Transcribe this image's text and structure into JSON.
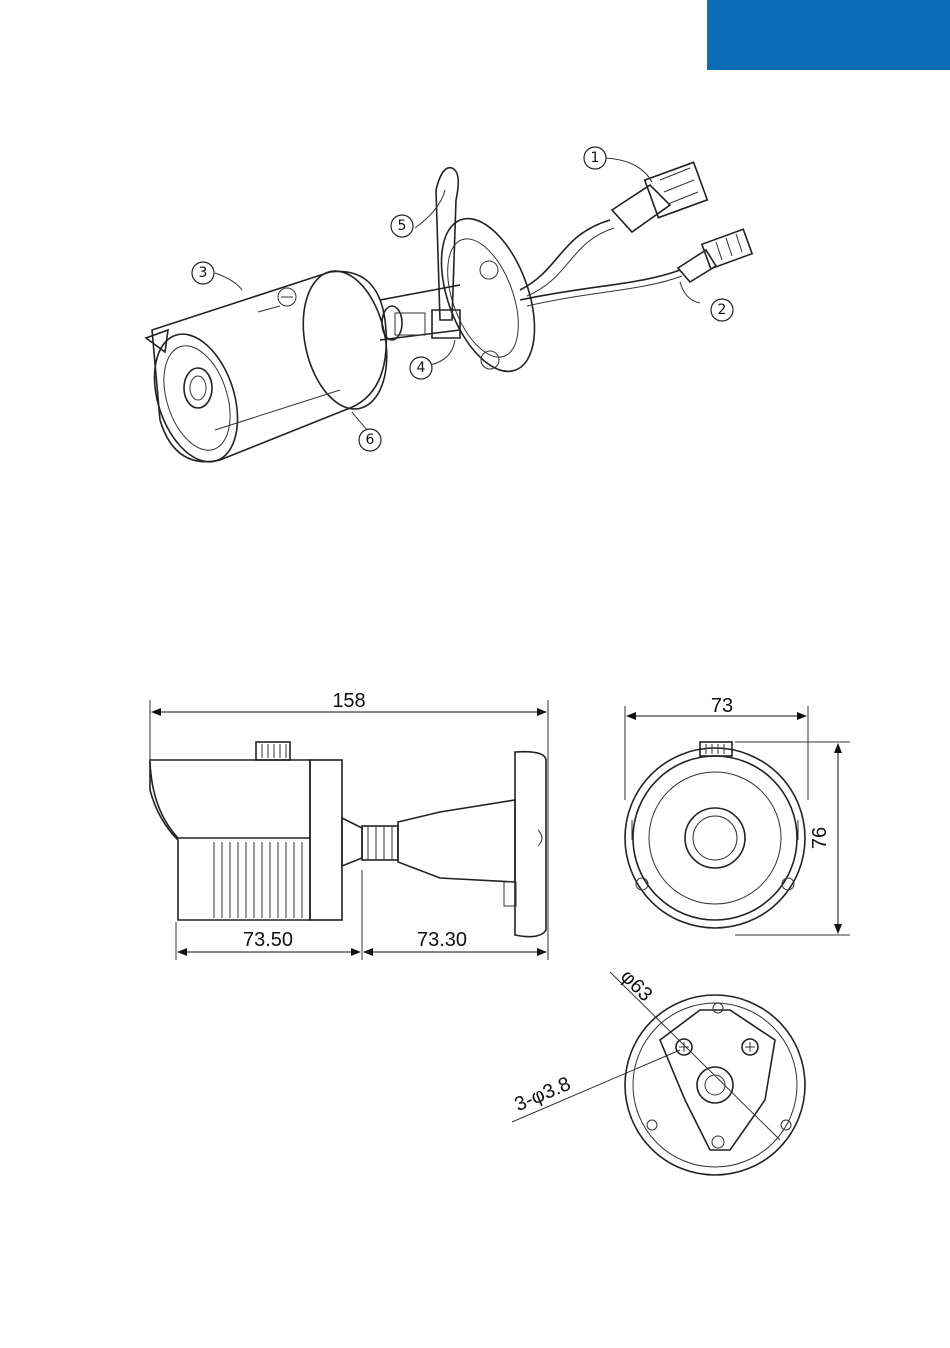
{
  "header": {
    "accent_color": "#0b6db7"
  },
  "callouts": [
    "1",
    "2",
    "3",
    "4",
    "5",
    "6"
  ],
  "dimensions": {
    "overall_length": "158",
    "front_length": "73.50",
    "rear_length": "73.30",
    "front_width": "73",
    "front_height": "76",
    "hole_circle": "φ63",
    "mount_holes": "3-φ3.8"
  }
}
